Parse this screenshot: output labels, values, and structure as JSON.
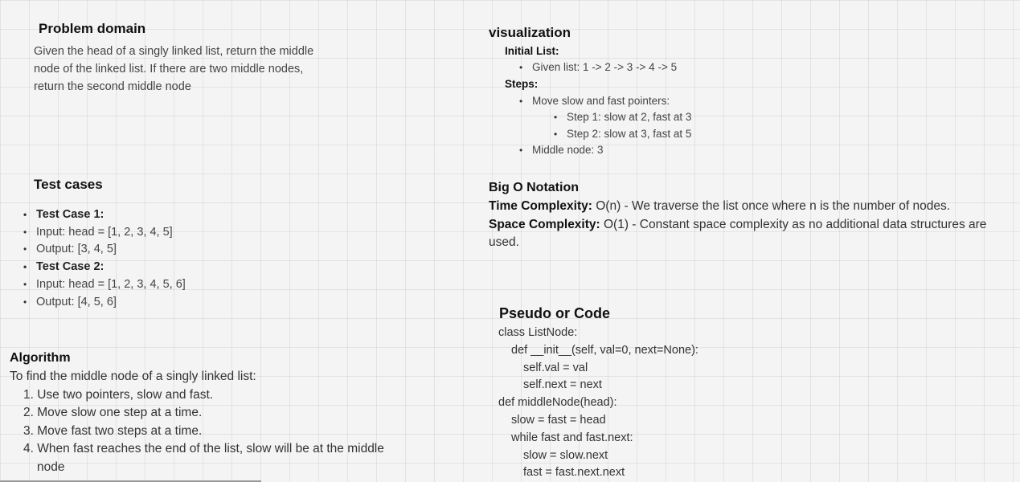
{
  "problem": {
    "heading": "Problem domain",
    "lines": [
      "Given the head of a singly linked list, return the middle",
      "node of the linked list. If there are two middle nodes,",
      "return the second middle node"
    ]
  },
  "test_cases": {
    "heading": "Test cases",
    "items": [
      "Test Case 1:",
      "Input: head = [1, 2, 3, 4, 5]",
      "Output: [3, 4, 5]",
      "Test Case 2:",
      "Input: head = [1, 2, 3, 4, 5, 6]",
      "Output: [4, 5, 6]"
    ]
  },
  "algorithm": {
    "heading": "Algorithm",
    "intro": "To find the middle node of a singly linked list:",
    "steps": [
      "1. Use two pointers, slow and fast.",
      "2. Move slow one step at a time.",
      "3. Move fast two steps at a time.",
      "4. When fast reaches the end of the list, slow will be at the middle",
      "node"
    ]
  },
  "visualization": {
    "heading": "visualization",
    "initial_label": "Initial List:",
    "given": "Given list: 1 -> 2 -> 3 -> 4 -> 5",
    "steps_label": "Steps:",
    "move": "Move slow and fast pointers:",
    "step1": "Step 1: slow at 2, fast at 3",
    "step2": "Step 2: slow at 3, fast at 5",
    "middle": "Middle node: 3"
  },
  "big_o": {
    "heading": "Big O Notation",
    "time_label": "Time Complexity:",
    "time_text": " O(n) - We traverse the list once where n is the number of nodes.",
    "space_label": "Space Complexity:",
    "space_text": " O(1) - Constant space complexity as no additional data structures are",
    "space_text2": "used."
  },
  "pseudo": {
    "heading": "Pseudo or Code",
    "lines": [
      "class ListNode:",
      "def __init__(self, val=0, next=None):",
      "self.val = val",
      "self.next = next",
      "def middleNode(head):",
      "slow = fast = head",
      "while fast and fast.next:",
      "slow = slow.next",
      "fast = fast.next.next"
    ]
  }
}
